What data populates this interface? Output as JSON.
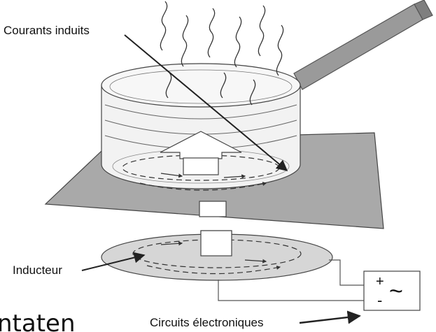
{
  "labels": {
    "courants_induits": "Courants induits",
    "inducteur": "Inducteur",
    "circuits_electroniques": "Circuits électroniques",
    "plus_sign": "+",
    "minus_sign": "-",
    "ac_symbol": "~"
  },
  "cropped_text": {
    "bottom_left": "ntaten"
  },
  "colors": {
    "plate": "#a9a9a9",
    "handle": "#9a9a9a",
    "pan_wall": "#f2f2f2",
    "inductor": "#d6d6d6",
    "lines": "#333333",
    "arrow_fill": "#ffffff"
  }
}
